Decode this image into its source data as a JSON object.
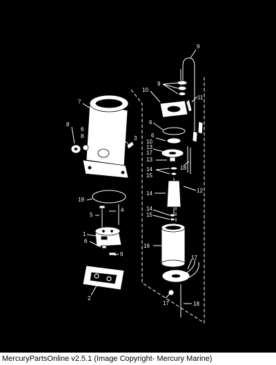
{
  "diagram": {
    "callouts": [
      {
        "id": "c9a",
        "text": "9"
      },
      {
        "id": "c10a",
        "text": "10"
      },
      {
        "id": "c9b",
        "text": "9"
      },
      {
        "id": "c11",
        "text": "11"
      },
      {
        "id": "c7",
        "text": "7"
      },
      {
        "id": "c6a",
        "text": "6"
      },
      {
        "id": "c6b",
        "text": "6"
      },
      {
        "id": "c10b",
        "text": "10"
      },
      {
        "id": "c13a",
        "text": "13"
      },
      {
        "id": "c17a",
        "text": "17"
      },
      {
        "id": "c13b",
        "text": "13"
      },
      {
        "id": "c8a",
        "text": "8"
      },
      {
        "id": "c6c",
        "text": "6"
      },
      {
        "id": "c8b",
        "text": "8"
      },
      {
        "id": "c3",
        "text": "3"
      },
      {
        "id": "c18a",
        "text": "18"
      },
      {
        "id": "c14a",
        "text": "14"
      },
      {
        "id": "c15a",
        "text": "15"
      },
      {
        "id": "c12",
        "text": "12"
      },
      {
        "id": "c19",
        "text": "19"
      },
      {
        "id": "c14b",
        "text": "14"
      },
      {
        "id": "c4",
        "text": "4"
      },
      {
        "id": "c5",
        "text": "5"
      },
      {
        "id": "c14c",
        "text": "14"
      },
      {
        "id": "c15b",
        "text": "15"
      },
      {
        "id": "c1",
        "text": "1"
      },
      {
        "id": "c6d",
        "text": "6"
      },
      {
        "id": "c16",
        "text": "16"
      },
      {
        "id": "c6e",
        "text": "6"
      },
      {
        "id": "c17b",
        "text": "17"
      },
      {
        "id": "c2",
        "text": "2"
      },
      {
        "id": "c17c",
        "text": "17"
      },
      {
        "id": "c18b",
        "text": "18"
      }
    ]
  },
  "footer": {
    "text": "MercuryPartsOnline v2.5.1 (Image Copyright- Mercury Marine)"
  }
}
